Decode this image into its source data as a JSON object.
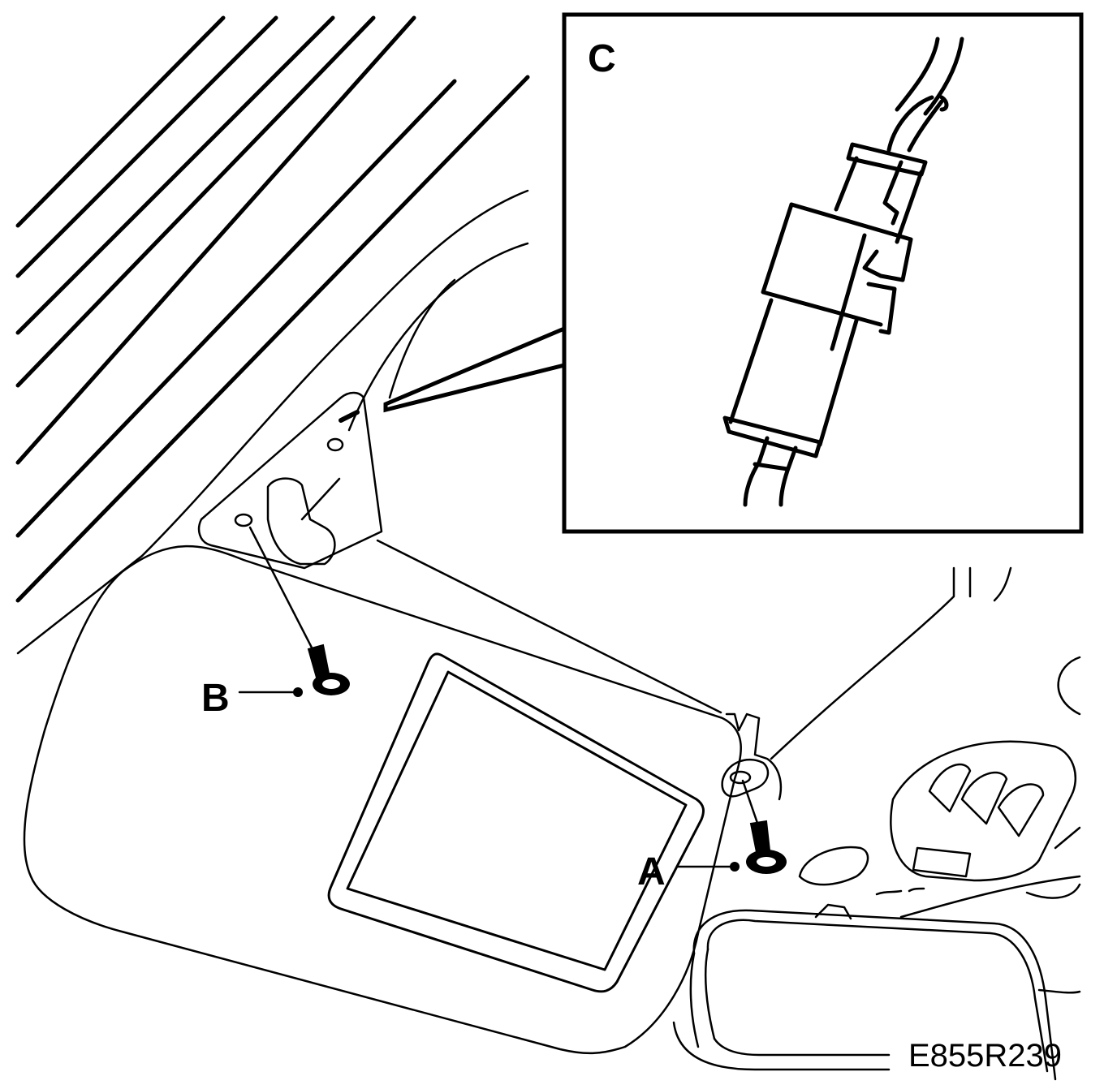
{
  "callouts": {
    "a": "A",
    "b": "B",
    "c": "C"
  },
  "figure_code": "E855R239",
  "colors": {
    "ink": "#000000",
    "paper": "#ffffff"
  }
}
